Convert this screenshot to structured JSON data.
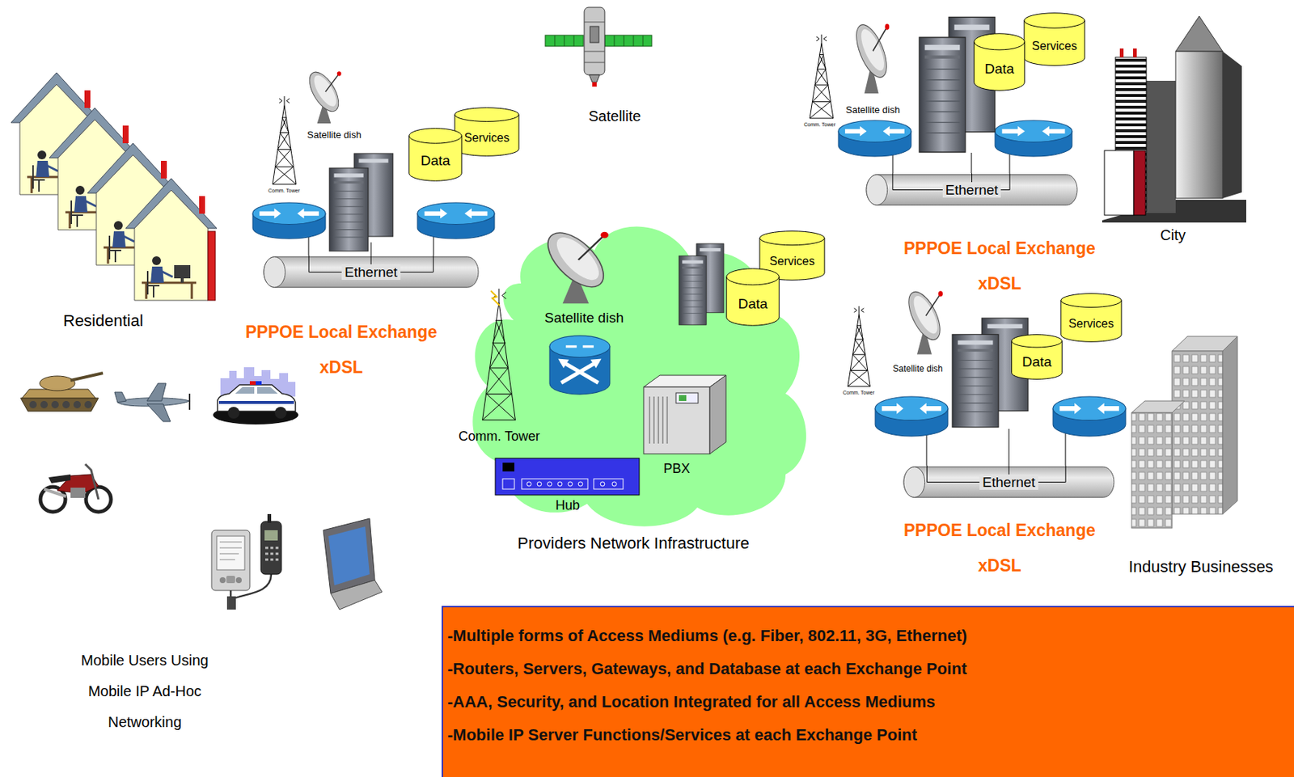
{
  "diagram": {
    "nodes": [
      {
        "text": [
          "Services"
        ]
      },
      {
        "text": [
          "Data"
        ]
      },
      {
        "text": [
          "Ethernet"
        ]
      },
      {
        "text": [
          "Services"
        ]
      },
      {
        "text": [
          "Data"
        ]
      },
      {
        "text": [
          "Ethernet"
        ]
      },
      {
        "text": [
          "Providers Network Infrastructure"
        ]
      },
      {
        "text": [
          "Services"
        ],
        "in": 6
      },
      {
        "text": [
          "Data"
        ],
        "in": 6
      },
      {
        "text": [
          "Services"
        ]
      },
      {
        "text": [
          "Data"
        ]
      },
      {
        "text": [
          "Ethernet"
        ]
      },
      {
        "text": [
          "-Multiple forms of Access Mediums (e.g. Fiber, 802.11, 3G, Ethernet)",
          "-Routers, Servers, Gateways, and Database at each Exchange Point",
          "-AAA, Security, and Location Integrated for all Access Mediums",
          "-Mobile IP Server Functions/Services at each Exchange Point"
        ]
      }
    ],
    "labels": [
      "Satellite",
      "Residential",
      "Satellite dish",
      "Comm. Tower",
      "PPPOE Local Exchange",
      "xDSL",
      "Satellite dish",
      "Comm. Tower",
      "PPPOE Local Exchange",
      "xDSL",
      "City",
      "Satellite dish",
      "Comm. Tower",
      "PBX",
      "Hub",
      "Satellite dish",
      "Comm. Tower",
      "PPPOE Local Exchange",
      "xDSL",
      "Industry Businesses",
      "Mobile Users Using Mobile IP Ad-Hoc Networking"
    ]
  }
}
